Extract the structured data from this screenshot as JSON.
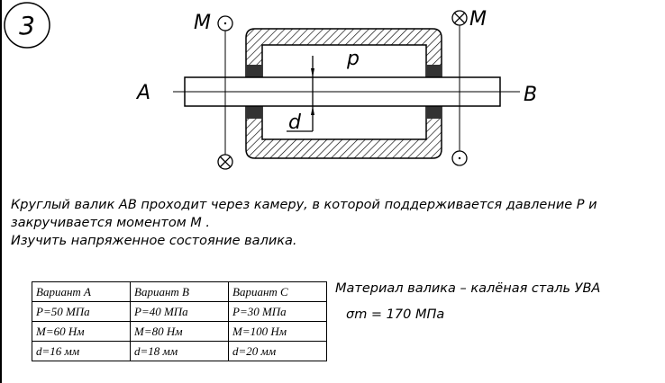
{
  "problem_number": "3",
  "diagram": {
    "label_a": "A",
    "label_b": "B",
    "label_m_left": "M",
    "label_m_right": "M",
    "label_p": "p",
    "label_d": "d"
  },
  "text": {
    "line1": "Круглый валик AB  проходит через камеру, в которой поддерживается давление P  и",
    "line2": "закручивается моментом M .",
    "line3": "Изучить напряженное состояние валика."
  },
  "table": {
    "rows": [
      [
        "Вариант A",
        "Вариант B",
        "Вариант C"
      ],
      [
        "P=50 МПа",
        "P=40 МПа",
        "P=30 МПа"
      ],
      [
        "M=60 Нм",
        "M=80 Нм",
        "M=100 Нм"
      ],
      [
        "d=16 мм",
        "d=18 мм",
        "d=20 мм"
      ]
    ]
  },
  "material": "Материал валика – калёная сталь УВА",
  "sigma": "σm = 170 МПа"
}
